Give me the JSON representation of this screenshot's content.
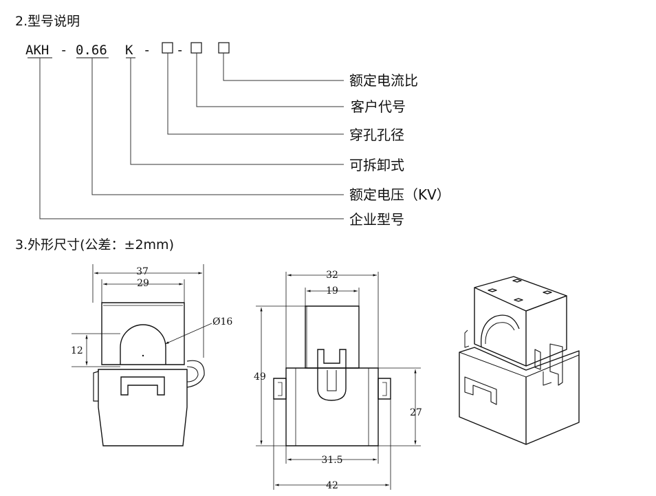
{
  "headings": {
    "model": "2.型号说明",
    "dims": "3.外形尺寸(公差：±2mm)"
  },
  "model_code": {
    "prefix": "AKH",
    "sep1": "-",
    "voltage": "0.66",
    "type": "K",
    "sep2": "-",
    "sep3": "-"
  },
  "model_labels": {
    "ratio": "额定电流比",
    "customer": "客户代号",
    "aperture": "穿孔孔径",
    "detachable": "可拆卸式",
    "voltage": "额定电压（KV）",
    "company": "企业型号"
  },
  "dimensions": {
    "front_outer_width": "37",
    "front_inner_width": "29",
    "front_height": "12",
    "hole_diameter": "Ø16",
    "side_top_width": "32",
    "side_inner_width": "19",
    "side_total_height": "49",
    "side_lower_height": "27",
    "side_base_width": "31.5",
    "side_total_width": "42"
  },
  "colors": {
    "line": "#111111",
    "leader": "#333333"
  }
}
